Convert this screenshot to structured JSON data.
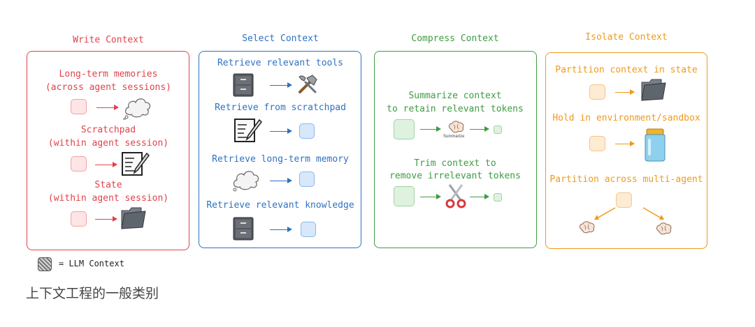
{
  "columns": {
    "write": {
      "title": "Write Context",
      "items": [
        {
          "line1": "Long-term memories",
          "line2": "(across agent sessions)",
          "icon": "cloud-icon"
        },
        {
          "line1": "Scratchpad",
          "line2": "(within agent session)",
          "icon": "notepad-icon"
        },
        {
          "line1": "State",
          "line2": "(within agent session)",
          "icon": "folder-icon"
        }
      ]
    },
    "select": {
      "title": "Select Context",
      "items": [
        {
          "label": "Retrieve relevant tools",
          "icon": "tools-icon"
        },
        {
          "label": "Retrieve from scratchpad",
          "icon": "notepad-icon"
        },
        {
          "label": "Retrieve long-term memory",
          "icon": "cloud-icon"
        },
        {
          "label": "Retrieve relevant knowledge",
          "icon": "file-cabinet-icon"
        }
      ]
    },
    "compress": {
      "title": "Compress Context",
      "items": [
        {
          "line1": "Summarize context",
          "line2": "to retain relevant tokens",
          "icon": "brain-icon",
          "sublabel": "Summarize"
        },
        {
          "line1": "Trim context to",
          "line2": "remove irrelevant tokens",
          "icon": "scissors-icon"
        }
      ]
    },
    "isolate": {
      "title": "Isolate Context",
      "items": [
        {
          "label": "Partition context in state",
          "icon": "folder-icon"
        },
        {
          "label": "Hold in environment/sandbox",
          "icon": "jar-icon"
        },
        {
          "label": "Partition across multi-agent",
          "icon": "brain-icon"
        }
      ]
    }
  },
  "legend": {
    "label": "= LLM Context"
  },
  "caption": "上下文工程的一般类别",
  "colors": {
    "write": "#e0434a",
    "select": "#2e72c2",
    "compress": "#3e9b43",
    "isolate": "#ef9a1a"
  }
}
